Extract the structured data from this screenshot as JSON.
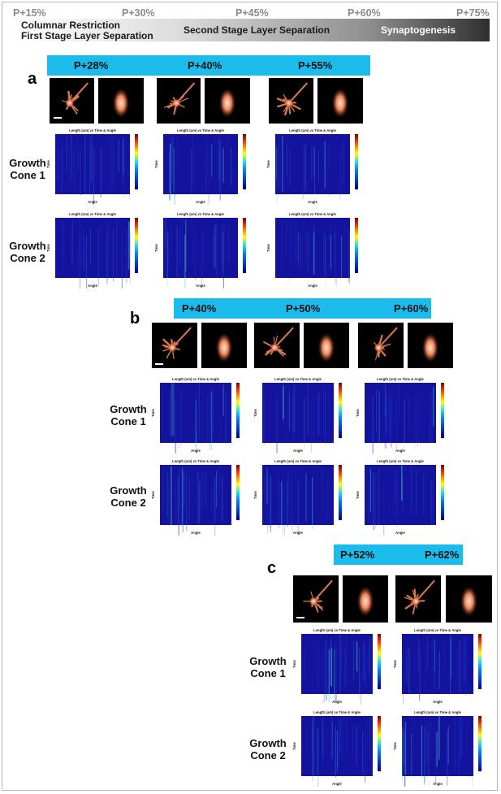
{
  "timeline": {
    "ticks": [
      "P+15%",
      "P+30%",
      "P+45%",
      "P+60%",
      "P+75%"
    ],
    "stage1_line1": "Columnar Restriction",
    "stage1_line2": "First Stage Layer Separation",
    "stage2": "Second Stage Layer Separation",
    "stage3": "Synaptogenesis"
  },
  "panels": [
    {
      "letter": "a",
      "timepoints": [
        "P+28%",
        "P+40%",
        "P+55%"
      ],
      "rows": [
        {
          "line1": "Growth",
          "line2": "Cone 1"
        },
        {
          "line1": "Growth",
          "line2": "Cone 2"
        }
      ]
    },
    {
      "letter": "b",
      "timepoints": [
        "P+40%",
        "P+50%",
        "P+60%"
      ],
      "rows": [
        {
          "line1": "Growth",
          "line2": "Cone 1"
        },
        {
          "line1": "Growth",
          "line2": "Cone 2"
        }
      ]
    },
    {
      "letter": "c",
      "timepoints": [
        "P+52%",
        "P+62%"
      ],
      "rows": [
        {
          "line1": "Growth",
          "line2": "Cone 1"
        },
        {
          "line1": "Growth",
          "line2": "Cone 2"
        }
      ]
    }
  ],
  "heatmap": {
    "title": "Length (um) vs Time & Angle",
    "xlabel": "Angle",
    "ylabel": "Time"
  },
  "colors": {
    "timepoint_bar": "#1bbcec",
    "heatmap_bg": "#13139e",
    "stage_bar_dark": "#2f2f2f"
  }
}
